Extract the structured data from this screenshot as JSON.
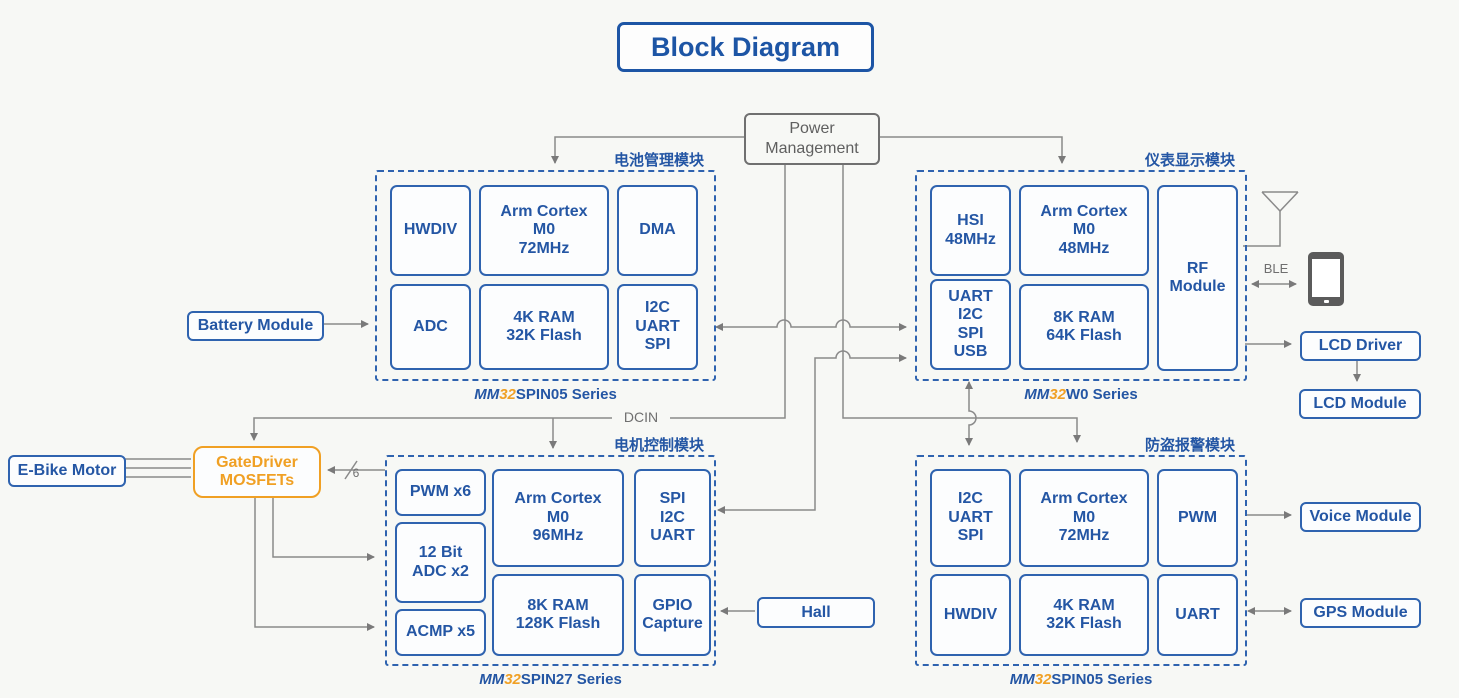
{
  "title": "Block Diagram",
  "colors": {
    "primary_blue": "#2456a4",
    "accent_orange": "#f0a024",
    "line_gray": "#8a8a8a"
  },
  "power_management": {
    "label": "Power\nManagement"
  },
  "floating_labels": {
    "dcin": "DCIN",
    "ble": "BLE",
    "wire_count": "6"
  },
  "modules": {
    "battery": {
      "title": "电池管理模块",
      "series": {
        "mm": "MM",
        "num": "32",
        "rest": "SPIN05 Series"
      },
      "chips": {
        "hwdiv": "HWDIV",
        "cortex": "Arm Cortex\nM0\n72MHz",
        "dma": "DMA",
        "adc": "ADC",
        "ram": "4K RAM\n32K Flash",
        "comm": "I2C\nUART\nSPI"
      }
    },
    "display": {
      "title": "仪表显示模块",
      "series": {
        "mm": "MM",
        "num": "32",
        "rest": "W0 Series"
      },
      "chips": {
        "hsi": "HSI\n48MHz",
        "cortex": "Arm Cortex\nM0\n48MHz",
        "rf": "RF\nModule",
        "comm": "UART\nI2C\nSPI\nUSB",
        "ram": "8K RAM\n64K Flash"
      }
    },
    "motor": {
      "title": "电机控制模块",
      "series": {
        "mm": "MM",
        "num": "32",
        "rest": "SPIN27 Series"
      },
      "chips": {
        "pwm": "PWM x6",
        "adc": "12 Bit\nADC x2",
        "acmp": "ACMP x5",
        "cortex": "Arm Cortex\nM0\n96MHz",
        "ram": "8K RAM\n128K Flash",
        "comm": "SPI\nI2C\nUART",
        "gpio": "GPIO\nCapture"
      }
    },
    "alarm": {
      "title": "防盗报警模块",
      "series": {
        "mm": "MM",
        "num": "32",
        "rest": "SPIN05 Series"
      },
      "chips": {
        "comm": "I2C\nUART\nSPI",
        "cortex": "Arm Cortex\nM0\n72MHz",
        "pwm": "PWM",
        "hwdiv": "HWDIV",
        "ram": "4K RAM\n32K Flash",
        "uart": "UART"
      }
    }
  },
  "external": {
    "battery_module": "Battery Module",
    "ebike_motor": "E-Bike Motor",
    "gatedriver": "GateDriver\nMOSFETs",
    "hall": "Hall",
    "lcd_driver": "LCD Driver",
    "lcd_module": "LCD Module",
    "voice_module": "Voice Module",
    "gps_module": "GPS Module"
  }
}
